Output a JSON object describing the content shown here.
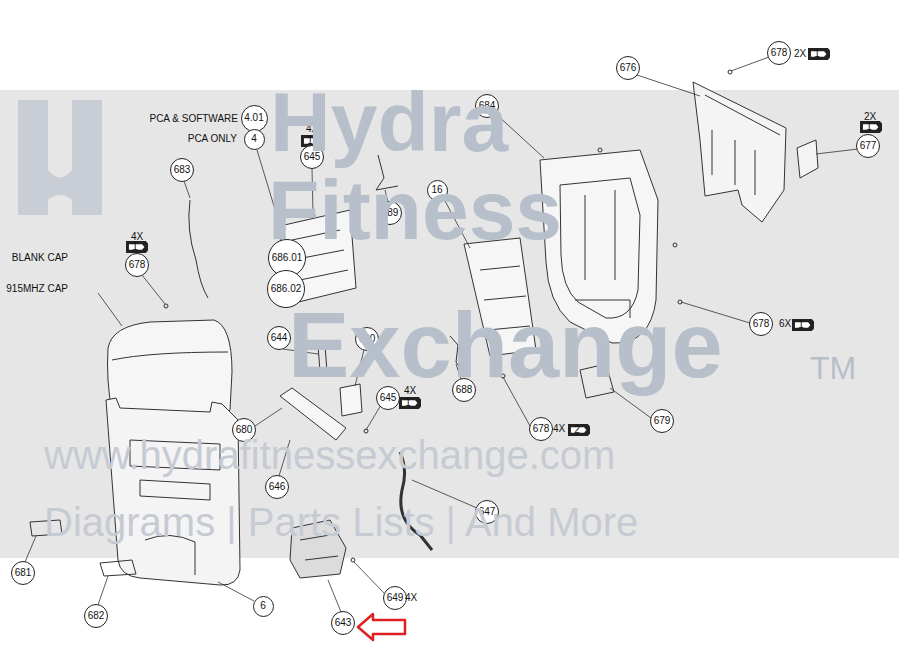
{
  "diagram": {
    "nodes": [
      {
        "text": [
          "678"
        ]
      },
      {
        "text": [
          "1"
        ]
      },
      {
        "text": [
          "676"
        ]
      },
      {
        "text": [
          "684"
        ]
      },
      {
        "text": [
          "4.01"
        ]
      },
      {
        "text": [
          "1"
        ]
      },
      {
        "text": [
          "1"
        ]
      },
      {
        "text": [
          "4"
        ]
      },
      {
        "text": [
          "677"
        ]
      },
      {
        "text": [
          "645"
        ]
      },
      {
        "text": [
          "683"
        ]
      },
      {
        "text": [
          "16"
        ]
      },
      {
        "text": [
          "689"
        ]
      },
      {
        "text": [
          "1"
        ]
      },
      {
        "text": [
          "686.01"
        ]
      },
      {
        "text": [
          "678"
        ]
      },
      {
        "text": [
          "686.02"
        ]
      },
      {
        "text": [
          "678"
        ]
      },
      {
        "text": [
          "1"
        ]
      },
      {
        "text": [
          "644"
        ]
      },
      {
        "text": [
          "690"
        ]
      },
      {
        "text": [
          "688"
        ]
      },
      {
        "text": [
          "1"
        ]
      },
      {
        "text": [
          "645"
        ]
      },
      {
        "text": [
          "679"
        ]
      },
      {
        "text": [
          "680"
        ]
      },
      {
        "text": [
          "678"
        ]
      },
      {
        "text": [
          "2"
        ]
      },
      {
        "text": [
          "646"
        ]
      },
      {
        "text": [
          "647"
        ]
      },
      {
        "text": [
          "681"
        ]
      },
      {
        "text": [
          "649"
        ]
      },
      {
        "text": [
          "6"
        ]
      },
      {
        "text": [
          "682"
        ]
      },
      {
        "text": [
          "643"
        ]
      }
    ],
    "labels": [
      "2X",
      "PCA & SOFTWARE",
      "4X",
      "2X",
      "PCA ONLY",
      "4X",
      "BLANK CAP",
      "915MHZ CAP",
      "6X",
      "4X",
      "4X",
      "4X",
      "Hydra",
      "Fitness",
      "Exchange",
      "TM",
      "www.hydrafitnessexchange.com",
      "Diagrams | Parts Lists | And More"
    ]
  }
}
